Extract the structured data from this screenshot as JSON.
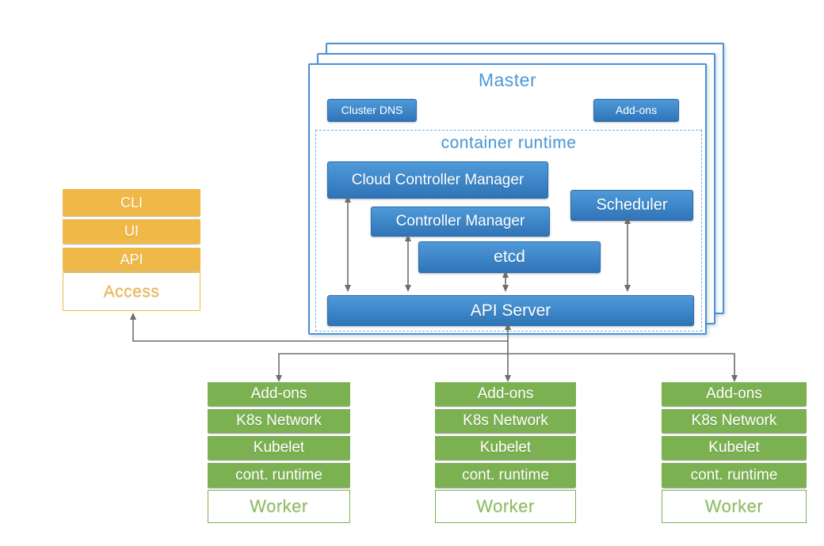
{
  "master": {
    "title": "Master",
    "cluster_dns_label": "Cluster DNS",
    "addons_label": "Add-ons",
    "container_runtime": {
      "title": "container runtime",
      "components": {
        "cloud_controller_manager": "Cloud Controller Manager",
        "controller_manager": "Controller Manager",
        "scheduler": "Scheduler",
        "etcd": "etcd",
        "api_server": "API Server"
      }
    }
  },
  "access_stack": {
    "rows": [
      "CLI",
      "UI",
      "API"
    ],
    "base_label": "Access"
  },
  "workers": [
    {
      "rows": [
        "Add-ons",
        "K8s Network",
        "Kubelet",
        "cont. runtime"
      ],
      "base_label": "Worker"
    },
    {
      "rows": [
        "Add-ons",
        "K8s Network",
        "Kubelet",
        "cont. runtime"
      ],
      "base_label": "Worker"
    },
    {
      "rows": [
        "Add-ons",
        "K8s Network",
        "Kubelet",
        "cont. runtime"
      ],
      "base_label": "Worker"
    }
  ],
  "colors": {
    "blue_box_top": "#4f9ad9",
    "blue_box_bottom": "#2f74b8",
    "blue_outline": "#4a90d2",
    "light_blue_title": "#4d99d6",
    "dashed_border": "#6fb0e0",
    "orange": "#f0b846",
    "orange_text": "#efb84a",
    "green": "#7cb152",
    "green_text": "#8cbe60",
    "connector_gray": "#6d6d6d"
  }
}
